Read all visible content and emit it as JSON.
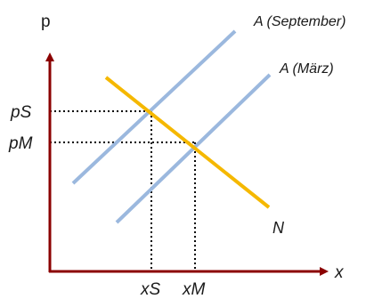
{
  "axes": {
    "y_label": "p",
    "x_label": "x",
    "axis_color": "#8b0000"
  },
  "curves": {
    "supply_september": {
      "label": "A (September)",
      "color": "#9bb8de"
    },
    "supply_maerz": {
      "label": "A (März)",
      "color": "#9bb8de"
    },
    "demand": {
      "label": "N",
      "color": "#f5b800"
    }
  },
  "ticks": {
    "price_september": "pS",
    "price_maerz": "pM",
    "quantity_september": "xS",
    "quantity_maerz": "xM"
  },
  "guide_line_color": "#000000"
}
